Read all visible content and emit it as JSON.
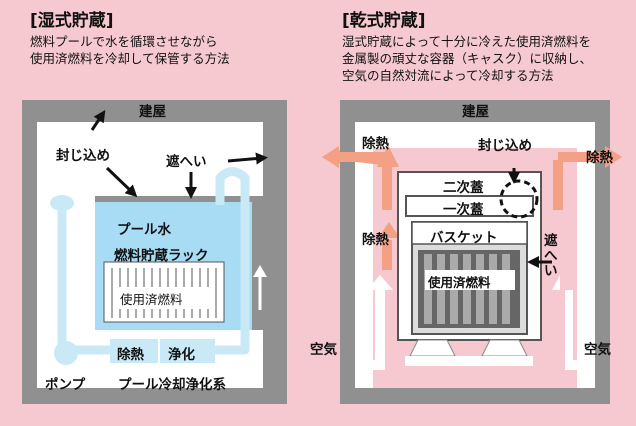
{
  "wet": {
    "title": "[湿式貯蔵]",
    "desc_line1": "燃料プールで水を循環させながら",
    "desc_line2": "使用済燃料を冷却して保管する方法",
    "building": "建屋",
    "seal": "封じ込め",
    "shield": "遮へい",
    "pool_water": "プール水",
    "rack": "燃料貯蔵ラック",
    "spent_fuel": "使用済燃料",
    "pump": "ポンプ",
    "heat_removal": "除熱",
    "purification": "浄化",
    "system": "プール冷却浄化系"
  },
  "dry": {
    "title": "[乾式貯蔵]",
    "desc_line1": "湿式貯蔵によって十分に冷えた使用済燃料を",
    "desc_line2": "金属製の頑丈な容器（キャスク）に収納し、",
    "desc_line3": "空気の自然対流によって冷却する方法",
    "building": "建屋",
    "seal": "封じ込め",
    "heat_removal_left": "除熱",
    "heat_removal_right": "除熱",
    "heat_removal_mid": "除熱",
    "secondary_lid": "二次蓋",
    "primary_lid": "一次蓋",
    "basket": "バスケット",
    "shield": "遮へい",
    "spent_fuel": "使用済燃料",
    "air_left": "空気",
    "air_right": "空気"
  },
  "colors": {
    "background": "#f5c9cf",
    "building_gray": "#909090",
    "water": "#a8dcf5",
    "pipe": "#c9e9f7",
    "heat_arrow": "#f4a084"
  }
}
